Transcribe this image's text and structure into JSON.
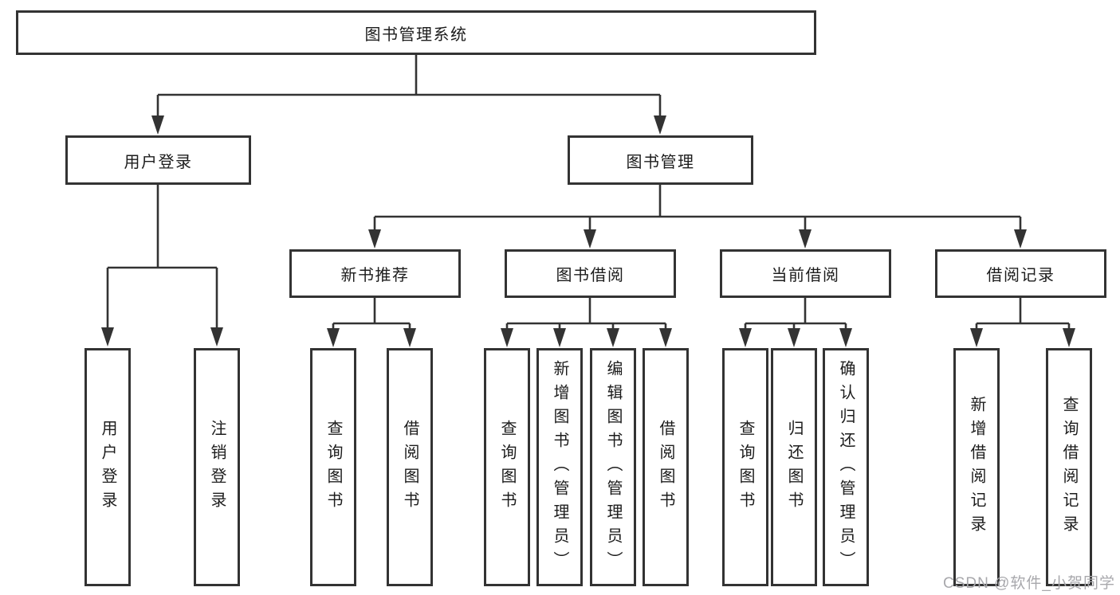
{
  "diagram": {
    "root": {
      "label": "图书管理系统"
    },
    "branches": [
      {
        "label": "用户登录",
        "children": [
          {
            "label": "用户登录"
          },
          {
            "label": "注销登录"
          }
        ]
      },
      {
        "label": "图书管理",
        "groups": [
          {
            "label": "新书推荐",
            "children": [
              {
                "label": "查询图书"
              },
              {
                "label": "借阅图书"
              }
            ]
          },
          {
            "label": "图书借阅",
            "children": [
              {
                "label": "查询图书"
              },
              {
                "label": "新增图书（管理员）"
              },
              {
                "label": "编辑图书（管理员）"
              },
              {
                "label": "借阅图书"
              }
            ]
          },
          {
            "label": "当前借阅",
            "children": [
              {
                "label": "查询图书"
              },
              {
                "label": "归还图书"
              },
              {
                "label": "确认归还（管理员）"
              }
            ]
          },
          {
            "label": "借阅记录",
            "children": [
              {
                "label": "新增借阅记录"
              },
              {
                "label": "查询借阅记录"
              }
            ]
          }
        ]
      }
    ]
  },
  "watermark": {
    "text": "CSDN @软件_小贺同学"
  },
  "colors": {
    "line": "#333333",
    "border": "#333333",
    "text": "#1c1c1c",
    "background": "#ffffff",
    "watermark": "#a8a8ac"
  }
}
